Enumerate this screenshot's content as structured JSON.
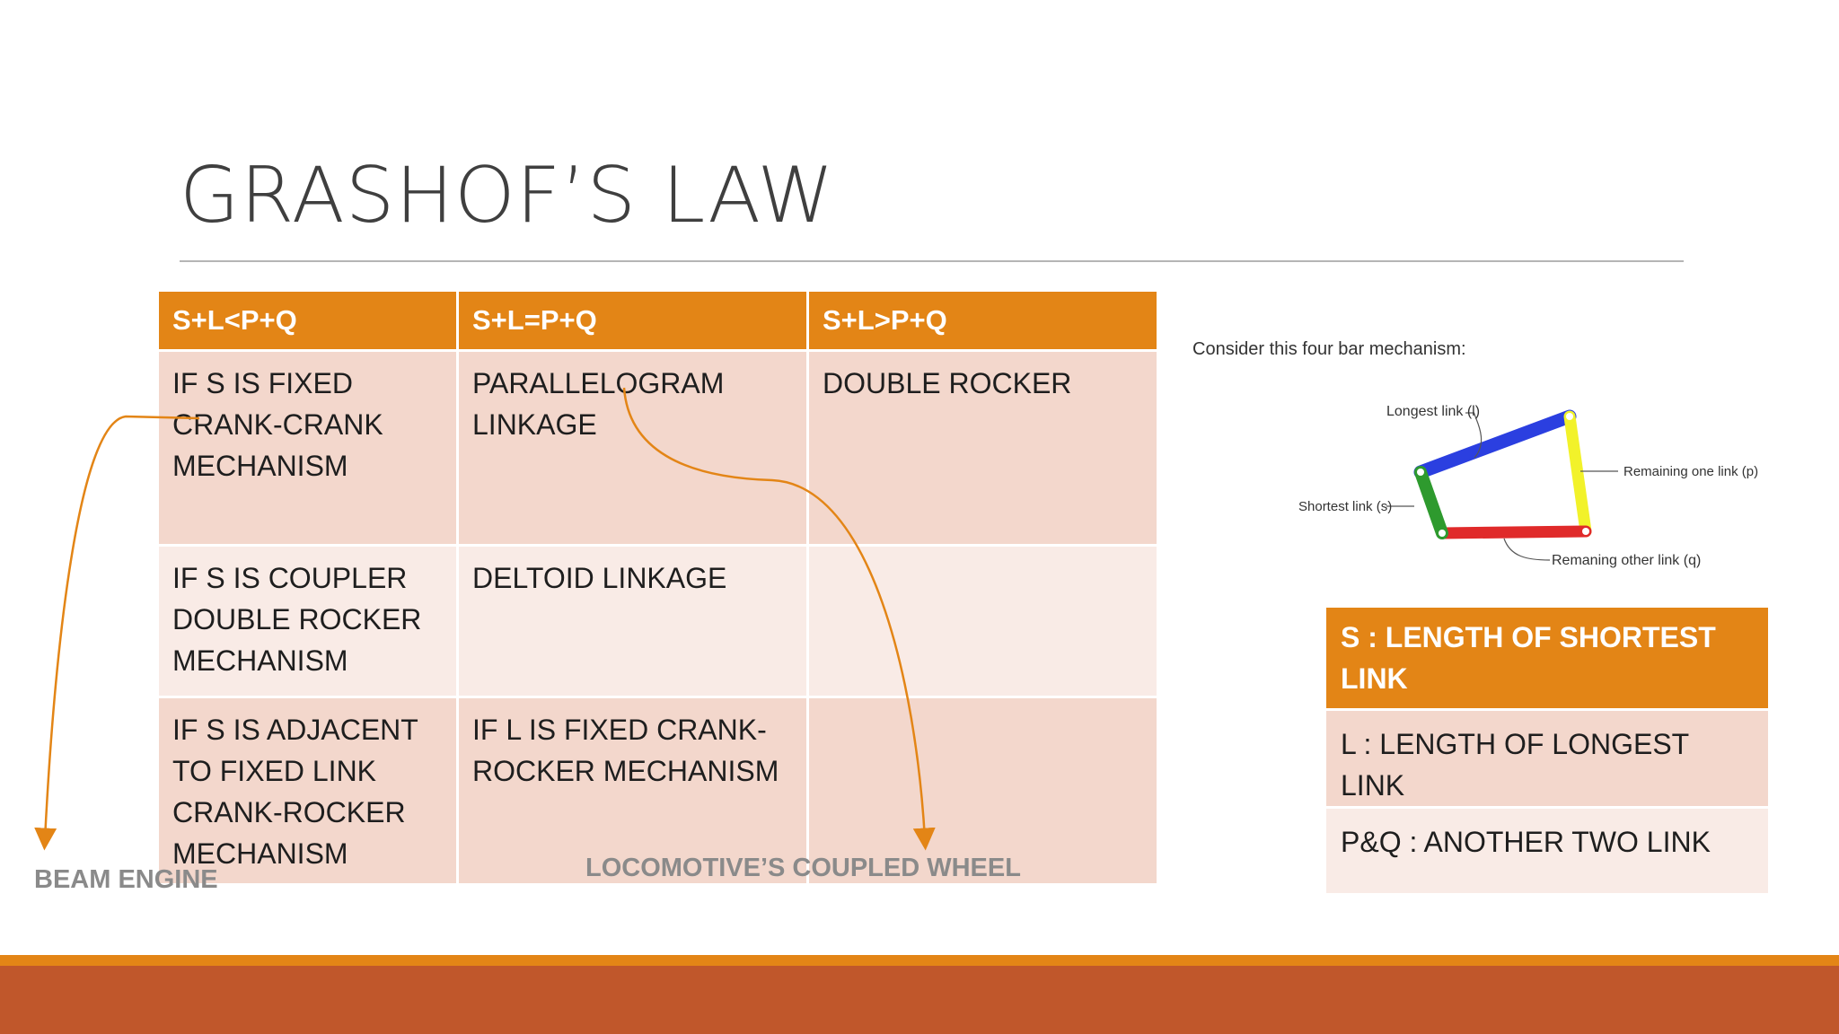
{
  "slide": {
    "title": "GRASHOF’S LAW",
    "main_table": {
      "headers": [
        "S+L<P+Q",
        "S+L=P+Q",
        "S+L>P+Q"
      ],
      "rows": [
        [
          "IF S IS FIXED CRANK-CRANK MECHANISM",
          "PARALLELOGRAM LINKAGE",
          "DOUBLE ROCKER"
        ],
        [
          "IF S IS COUPLER DOUBLE ROCKER MECHANISM",
          "DELTOID LINKAGE",
          ""
        ],
        [
          "IF S IS ADJACENT TO FIXED LINK CRANK-ROCKER MECHANISM",
          "IF L IS FIXED CRANK-ROCKER MECHANISM",
          ""
        ]
      ]
    },
    "annotations": {
      "beam_engine": "BEAM ENGINE",
      "coupled_wheel": "LOCOMOTIVE’S COUPLED WHEEL"
    },
    "diagram": {
      "caption": "Consider this four bar mechanism:",
      "labels": {
        "longest": "Longest link (l)",
        "remaining_one": "Remaining one link (p)",
        "shortest": "Shortest link (s)",
        "remaining_other": "Remaning other link (q)"
      }
    },
    "legend": {
      "header": "S : LENGTH OF SHORTEST LINK",
      "rows": [
        "L : LENGTH OF LONGEST LINK",
        "P&Q : ANOTHER TWO LINK"
      ]
    },
    "colors": {
      "accent_orange": "#e38516",
      "footer_rust": "#c0572b",
      "row_dark": "#f3d7cc",
      "row_light": "#f9ebe6",
      "link_longest": "#2b3fe0",
      "link_remaining_one": "#f2f22a",
      "link_shortest": "#2e9a2e",
      "link_remaining_other": "#e02a2a"
    }
  }
}
